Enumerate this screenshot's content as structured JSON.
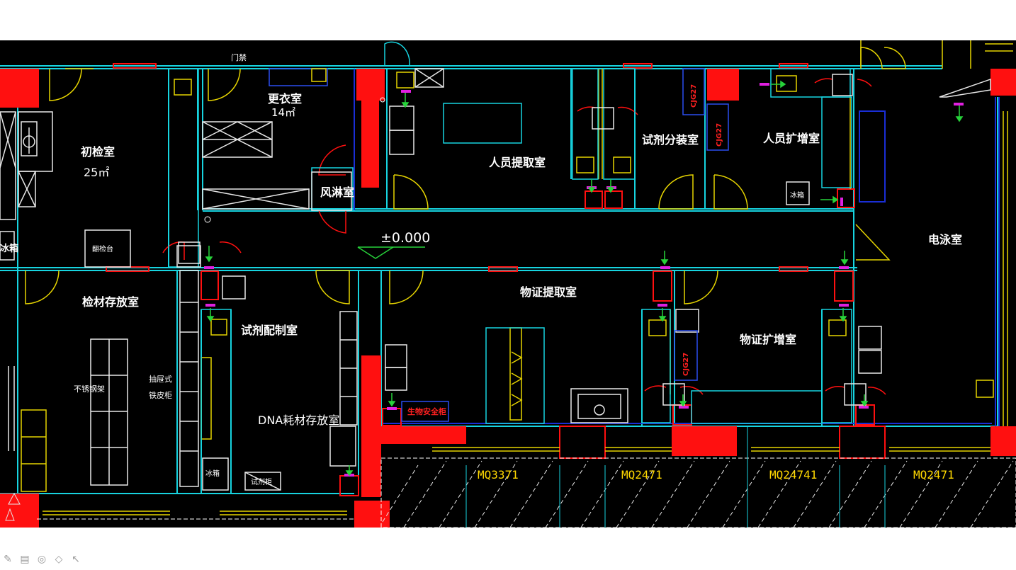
{
  "drawing": {
    "rooms": {
      "chujian": "初检室",
      "chujian_area": "25㎡",
      "gengyi": "更衣室",
      "gengyi_area": "14㎡",
      "fenglin": "风淋室",
      "renyuan_tiqu": "人员提取室",
      "shiji_fenzhuang": "试剂分装室",
      "renyuan_kuozeng": "人员扩增室",
      "dianyong": "电泳室",
      "jiancai_cunfang": "检材存放室",
      "shiji_peizhi": "试剂配制室",
      "wuzheng_tiqu": "物证提取室",
      "wuzheng_kuozeng": "物证扩增室",
      "dna_haocai": "DNA耗材存放室"
    },
    "furniture": {
      "menjin": "门禁",
      "bingxiang": "冰箱",
      "bingxiang2": "冰箱",
      "jianjiantai": "翻检台",
      "buxiugang": "不锈钢架",
      "choutishi": "抽屉式",
      "tiepi_gui": "铁皮柜",
      "bingxiang_low": "冰箱",
      "shiji_gui": "试剂柜",
      "biosafety": "生物安全柜",
      "cjg27": "CJG27"
    },
    "level": "±0.000",
    "curtain_walls": [
      "MQ3371",
      "MQ2471",
      "MQ24741",
      "MQ2471"
    ]
  },
  "toolbar": {
    "tools": [
      "pen-tool",
      "highlighter-tool",
      "eraser-tool",
      "pointer-tool"
    ],
    "glyphs": [
      "✎",
      "▤",
      "◎",
      "◇",
      "↖"
    ]
  },
  "colors": {
    "background": "#000000",
    "wall_cyan": "#17d4e0",
    "wall_blue": "#1a2ed6",
    "column_red": "#ff1010",
    "door_yellow": "#e6d400",
    "marker_green": "#27d23a",
    "magenta": "#e020e0"
  }
}
